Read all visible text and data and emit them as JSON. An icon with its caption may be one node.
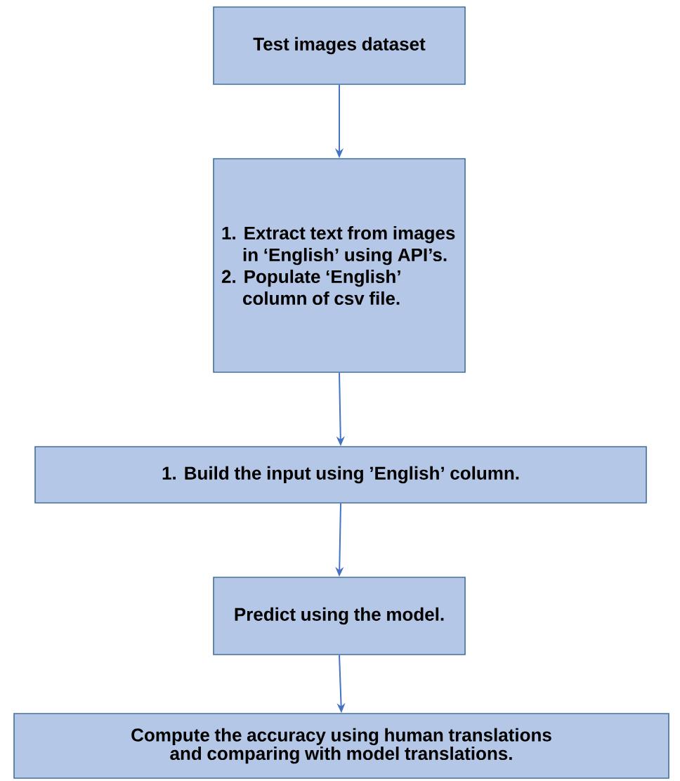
{
  "diagram": {
    "nodes": [
      {
        "text": [
          "Test images dataset"
        ]
      },
      {
        "text": [
          "1. Extract text from images in ‘English’ using API’s.",
          "2. Populate ‘English’ column of csv file."
        ]
      },
      {
        "text": [
          "1. Build the input  using ’English’ column."
        ]
      },
      {
        "text": [
          "Predict using the model."
        ]
      },
      {
        "text": [
          "Compute the accuracy using human translations and comparing with model translations."
        ]
      }
    ],
    "edges": [
      {
        "from": 0,
        "to": 1,
        "arrow": "to"
      },
      {
        "from": 1,
        "to": 2,
        "arrow": "to"
      },
      {
        "from": 2,
        "to": 3,
        "arrow": "to"
      },
      {
        "from": 3,
        "to": 4,
        "arrow": "to"
      }
    ]
  }
}
